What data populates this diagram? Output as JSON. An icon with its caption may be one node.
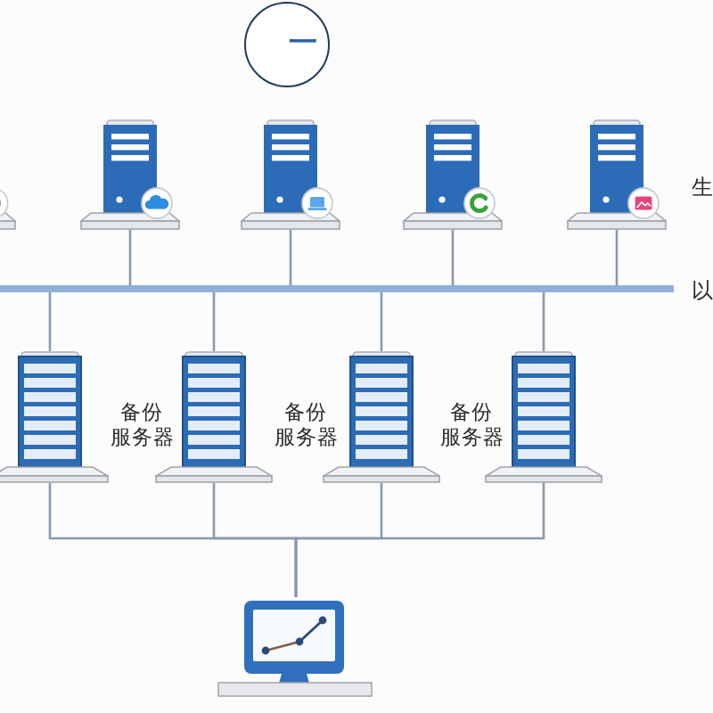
{
  "diagram": {
    "nodes": [
      {
        "text": [
          "一"
        ]
      },
      {
        "text": [],
        "shape": "picture"
      },
      {
        "text": [],
        "shape": "picture"
      },
      {
        "text": [],
        "shape": "picture"
      },
      {
        "text": [],
        "shape": "picture"
      },
      {
        "text": [],
        "shape": "picture"
      },
      {
        "text": [],
        "shape": "bar"
      },
      {
        "text": [],
        "shape": "picture"
      },
      {
        "text": [],
        "shape": "picture"
      },
      {
        "text": [],
        "shape": "picture"
      },
      {
        "text": [],
        "shape": "picture"
      },
      {
        "text": [],
        "shape": "picture"
      }
    ],
    "edges": [
      {
        "from": 2,
        "to": 6,
        "arrow": "none"
      },
      {
        "from": 3,
        "to": 6,
        "arrow": "none"
      },
      {
        "from": 4,
        "to": 6,
        "arrow": "none"
      },
      {
        "from": 5,
        "to": 6,
        "arrow": "none"
      },
      {
        "from": 6,
        "to": 7,
        "arrow": "none"
      },
      {
        "from": 6,
        "to": 8,
        "arrow": "none"
      },
      {
        "from": 6,
        "to": 9,
        "arrow": "none"
      },
      {
        "from": 6,
        "to": 10,
        "arrow": "none"
      },
      {
        "from": 7,
        "to": 11,
        "arrow": "none"
      },
      {
        "from": 8,
        "to": 11,
        "arrow": "none"
      },
      {
        "from": 9,
        "to": 11,
        "arrow": "none"
      },
      {
        "from": 10,
        "to": 11,
        "arrow": "none"
      }
    ],
    "labels": [
      "生",
      "以",
      "备份服务器",
      "备份服务器",
      "备份服务器"
    ]
  }
}
